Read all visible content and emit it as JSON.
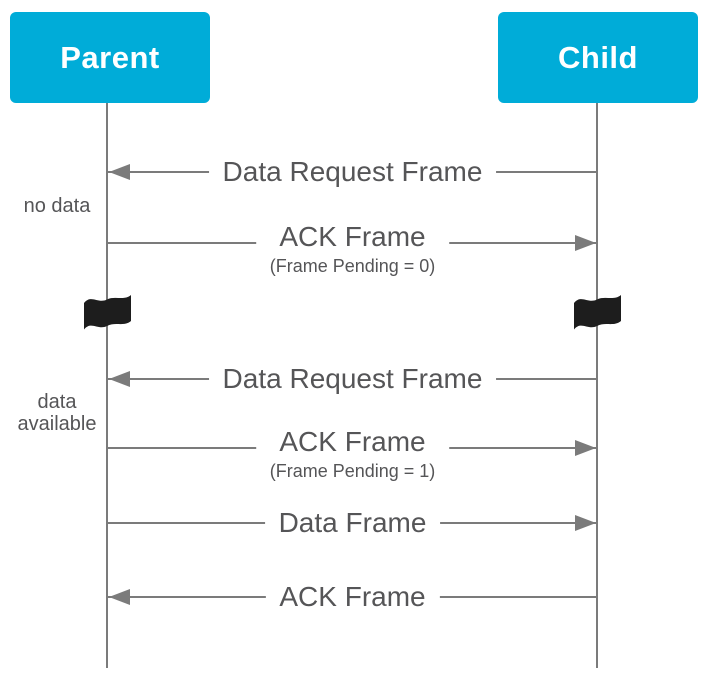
{
  "diagram": {
    "type": "sequence-diagram",
    "actors": [
      {
        "label": "Parent"
      },
      {
        "label": "Child"
      }
    ],
    "messages": [
      {
        "label": "Data Request Frame",
        "direction": "left"
      },
      {
        "label": "ACK Frame",
        "sublabel": "(Frame Pending = 0)",
        "direction": "right"
      },
      {
        "label": "Data Request Frame",
        "direction": "left"
      },
      {
        "label": "ACK Frame",
        "sublabel": "(Frame Pending = 1)",
        "direction": "right"
      },
      {
        "label": "Data Frame",
        "direction": "right"
      },
      {
        "label": "ACK Frame",
        "direction": "left"
      }
    ],
    "side_notes": [
      {
        "label": "no data"
      },
      {
        "label": "data available"
      }
    ],
    "break_symbol": "flag-icon",
    "colors": {
      "actor_fill": "#00acd8",
      "actor_text": "#ffffff",
      "line_color": "#7b7b7b",
      "text_color": "#555557",
      "flag_color": "#1d1d1d",
      "background": "#ffffff"
    }
  }
}
